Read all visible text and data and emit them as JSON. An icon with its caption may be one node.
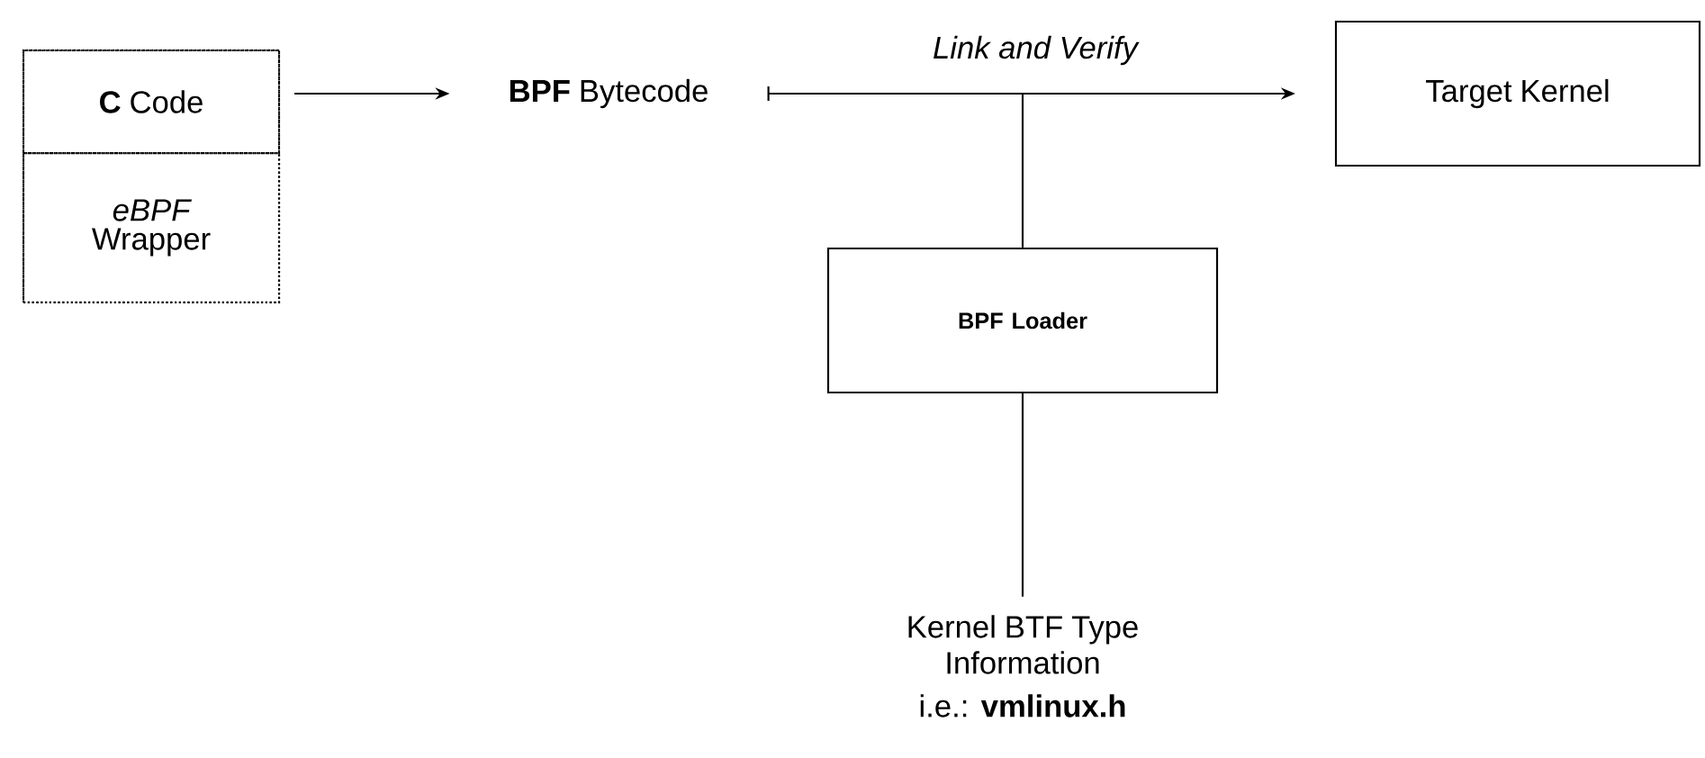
{
  "diagram": {
    "nodes": [
      {
        "text": [],
        "shape": "box"
      },
      {
        "text": [
          "**C** Code"
        ],
        "in": 0
      },
      {
        "text": [
          "*eBPF* Wrapper"
        ],
        "in": 0
      },
      {
        "text": [
          "**BPF** Bytecode"
        ]
      },
      {
        "text": [
          "Target Kernel"
        ]
      },
      {
        "text": [
          "BPF Loader"
        ]
      },
      {
        "text": [
          "Kernel BTF Type Information",
          "i.e.: **vmlinux.h**"
        ]
      }
    ],
    "edges": [
      {
        "from": 0,
        "to": 3,
        "arrow": "to"
      },
      {
        "from": 3,
        "to": 4,
        "arrow": "to",
        "label": "Link and Verify"
      },
      {
        "from": 5,
        "to": null,
        "arrow": "none"
      },
      {
        "from": 6,
        "to": 5,
        "arrow": "none"
      }
    ]
  }
}
